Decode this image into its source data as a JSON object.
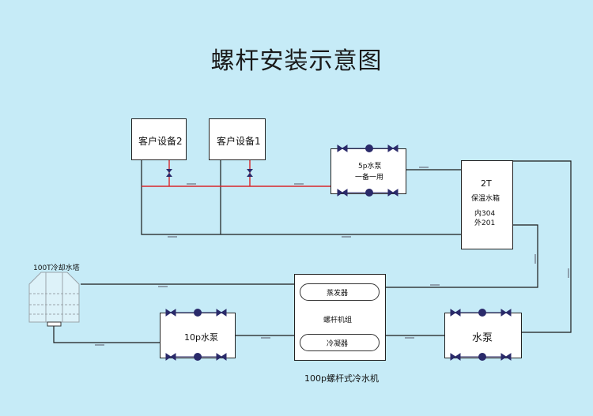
{
  "title": "螺杆安装示意图",
  "devices": {
    "device2": "客户设备2",
    "device1": "客户设备1",
    "pump5": {
      "line1": "5p水泵",
      "line2": "一备一用"
    },
    "tank": {
      "name": "2T",
      "sub": "保温水箱",
      "inner": "内304",
      "outer": "外201"
    },
    "tower": "100T冷却水塔",
    "pump10": "10p水泵",
    "chiller": {
      "evaporator": "蒸发器",
      "unit": "螺杆机组",
      "condenser": "冷凝器",
      "caption": "100p螺杆式冷水机"
    },
    "pump_r": "水泵"
  },
  "colors": {
    "background": "#c6ebf7",
    "supply_line": "#d9262c",
    "return_line": "#1a1a1a",
    "valve": "#2a2a6a"
  }
}
